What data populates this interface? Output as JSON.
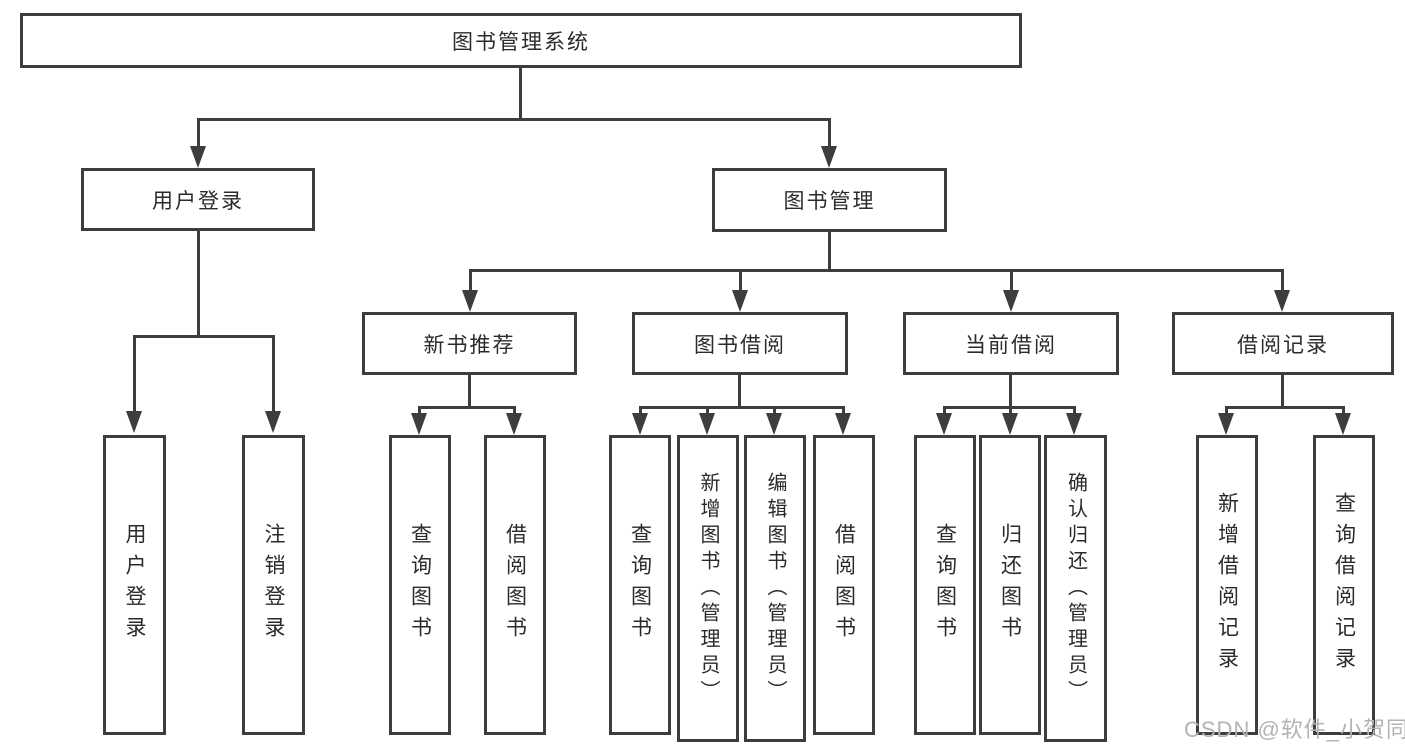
{
  "diagram": {
    "root": {
      "label": "图书管理系统"
    },
    "level1": {
      "user_login": {
        "label": "用户登录"
      },
      "book_mgmt": {
        "label": "图书管理"
      }
    },
    "level2": {
      "new_book_rec": {
        "label": "新书推荐"
      },
      "book_borrow": {
        "label": "图书借阅"
      },
      "current_borrow": {
        "label": "当前借阅"
      },
      "borrow_records": {
        "label": "借阅记录"
      }
    },
    "leaves": {
      "user_login_leaf": {
        "label": "用户登录"
      },
      "logout_leaf": {
        "label": "注销登录"
      },
      "rec_query_books": {
        "label": "查询图书"
      },
      "rec_borrow_books": {
        "label": "借阅图书"
      },
      "bb_query_books": {
        "label": "查询图书"
      },
      "bb_add_books": {
        "label": "新增图书（管理员）"
      },
      "bb_edit_books": {
        "label": "编辑图书（管理员）"
      },
      "bb_borrow_books": {
        "label": "借阅图书"
      },
      "cb_query_books": {
        "label": "查询图书"
      },
      "cb_return_books": {
        "label": "归还图书"
      },
      "cb_confirm_return": {
        "label": "确认归还（管理员）"
      },
      "br_add_record": {
        "label": "新增借阅记录"
      },
      "br_query_record": {
        "label": "查询借阅记录"
      }
    }
  },
  "watermark": {
    "text": "CSDN @软件_小贺同学"
  },
  "colors": {
    "line": "#3d3d3d",
    "text": "#2b2b2b",
    "watermark": "#b3b3b3",
    "background": "#ffffff"
  }
}
